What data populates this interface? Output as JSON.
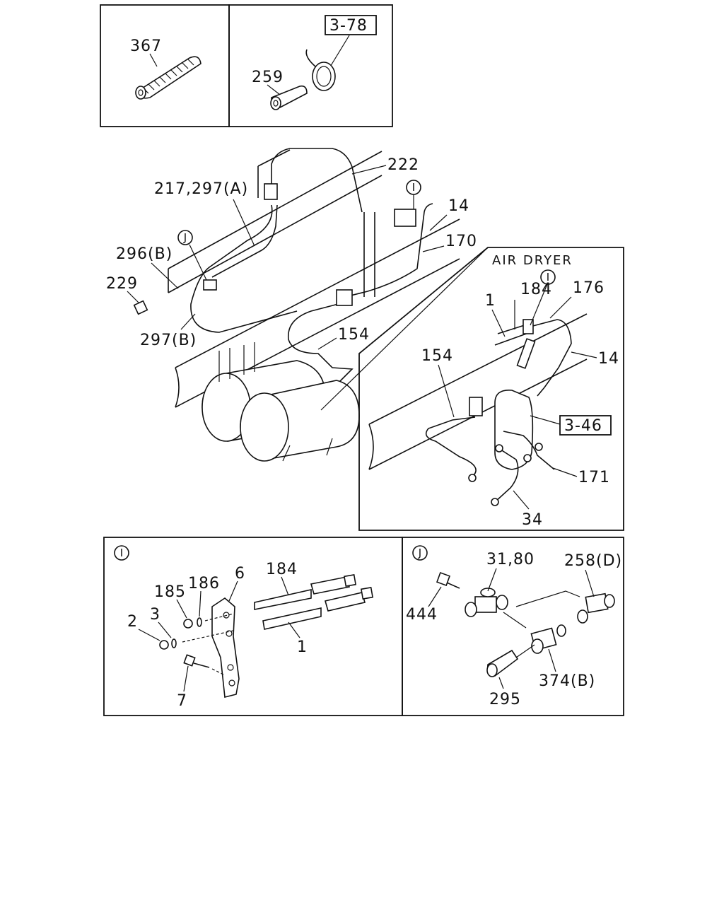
{
  "panels": {
    "top_left": {
      "callout": "367"
    },
    "top_right": {
      "ref_box": "3-78",
      "callout": "259"
    },
    "main": {
      "callouts": {
        "c222": "222",
        "c217": "217,297(A)",
        "c14": "14",
        "c170": "170",
        "c296": "296(B)",
        "c229": "229",
        "c297b": "297(B)",
        "c154": "154"
      },
      "marker_i": "I",
      "marker_j": "J"
    },
    "air_dryer": {
      "title": "AIR DRYER",
      "marker_i": "I",
      "ref_box": "3-46",
      "callouts": {
        "c184": "184",
        "c1": "1",
        "c176": "176",
        "c14": "14",
        "c154": "154",
        "c171": "171",
        "c34": "34"
      }
    },
    "detail_i": {
      "marker": "I",
      "callouts": {
        "c6": "6",
        "c184": "184",
        "c185": "185",
        "c186": "186",
        "c3": "3",
        "c2": "2",
        "c1": "1",
        "c7": "7"
      }
    },
    "detail_j": {
      "marker": "J",
      "callouts": {
        "c3180": "31,80",
        "c258": "258(D)",
        "c444": "444",
        "c374": "374(B)",
        "c295": "295"
      }
    }
  }
}
